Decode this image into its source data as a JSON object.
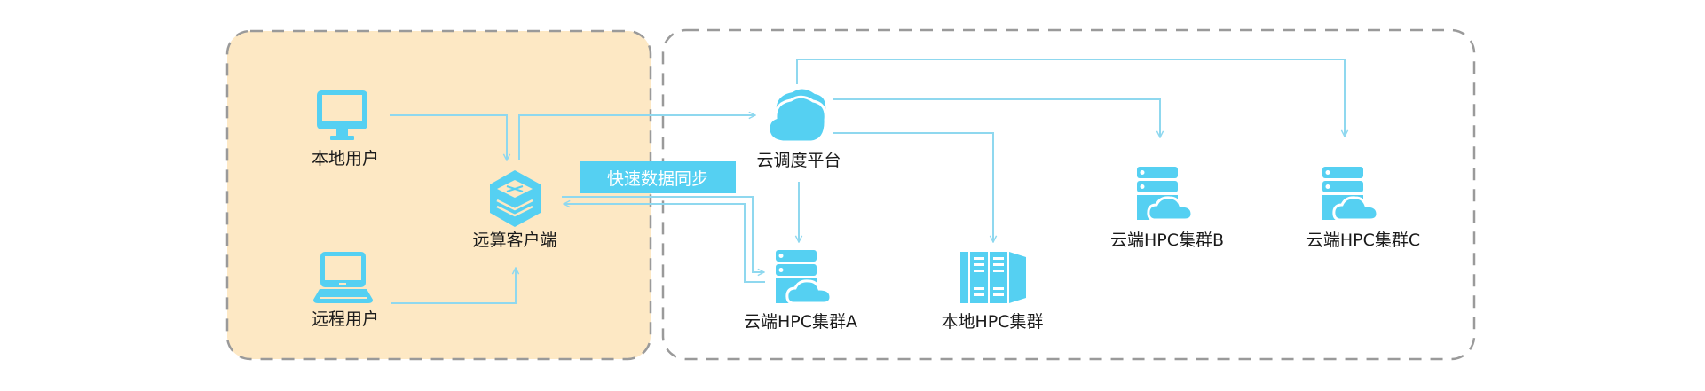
{
  "colors": {
    "icon": "#55d0f2",
    "line": "#8fd8ef",
    "local_region_fill": "#fde8c4",
    "dash": "#9a9a9a",
    "label_text": "#1a1a1a",
    "badge_text": "#ffffff"
  },
  "local_region": {
    "nodes": {
      "local_user": {
        "label": "本地用户",
        "icon": "monitor-icon"
      },
      "remote_user": {
        "label": "远程用户",
        "icon": "laptop-icon"
      },
      "client": {
        "label": "远算客户端",
        "icon": "client-hexagon-icon"
      }
    }
  },
  "cloud_region": {
    "nodes": {
      "scheduler": {
        "label": "云调度平台",
        "icon": "cloud-icon"
      },
      "cluster_a": {
        "label": "云端HPC集群A",
        "icon": "cloud-server-icon"
      },
      "local_hpc": {
        "label": "本地HPC集群",
        "icon": "server-rack-icon"
      },
      "cluster_b": {
        "label": "云端HPC集群B",
        "icon": "cloud-server-icon"
      },
      "cluster_c": {
        "label": "云端HPC集群C",
        "icon": "cloud-server-icon"
      }
    }
  },
  "sync_badge": {
    "label": "快速数据同步"
  }
}
